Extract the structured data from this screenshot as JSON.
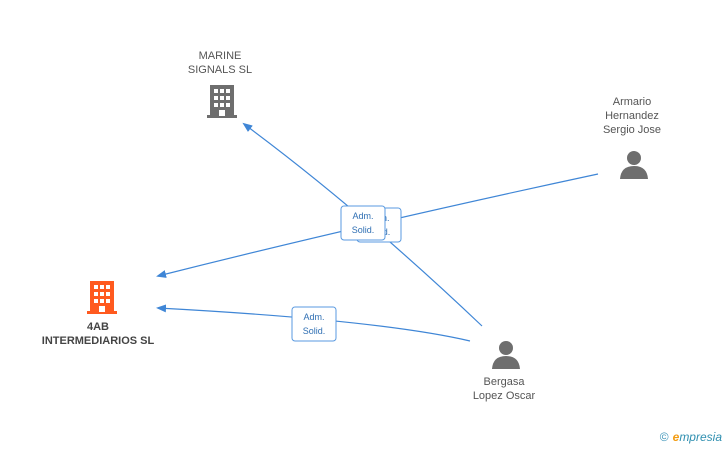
{
  "nodes": {
    "marine_signals": {
      "line1": "MARINE",
      "line2": "SIGNALS SL",
      "kind": "company",
      "color": "#6e6e6e"
    },
    "armario": {
      "line1": "Armario",
      "line2": "Hernandez",
      "line3": "Sergio Jose",
      "kind": "person",
      "color": "#6e6e6e"
    },
    "fourab": {
      "line1": "4AB",
      "line2": "INTERMEDIARIOS SL",
      "kind": "company",
      "color": "#ff5a1f"
    },
    "bergasa": {
      "line1": "Bergasa",
      "line2": "Lopez Oscar",
      "kind": "person",
      "color": "#6e6e6e"
    }
  },
  "edges": [
    {
      "from": "bergasa",
      "to": "marine_signals",
      "label1": "Adm.",
      "label2": "Solid."
    },
    {
      "from": "armario",
      "to": "fourab",
      "label1": "Adm.",
      "label2": "Solid."
    },
    {
      "from": "bergasa",
      "to": "fourab",
      "label1": "Adm.",
      "label2": "Solid."
    }
  ],
  "colors": {
    "edge": "#3f86d6",
    "label_border": "#5a9ae0",
    "label_text": "#2f6fb3"
  },
  "footer": {
    "copyright_symbol": "©",
    "brand_e": "e",
    "brand_rest": "mpresia"
  }
}
